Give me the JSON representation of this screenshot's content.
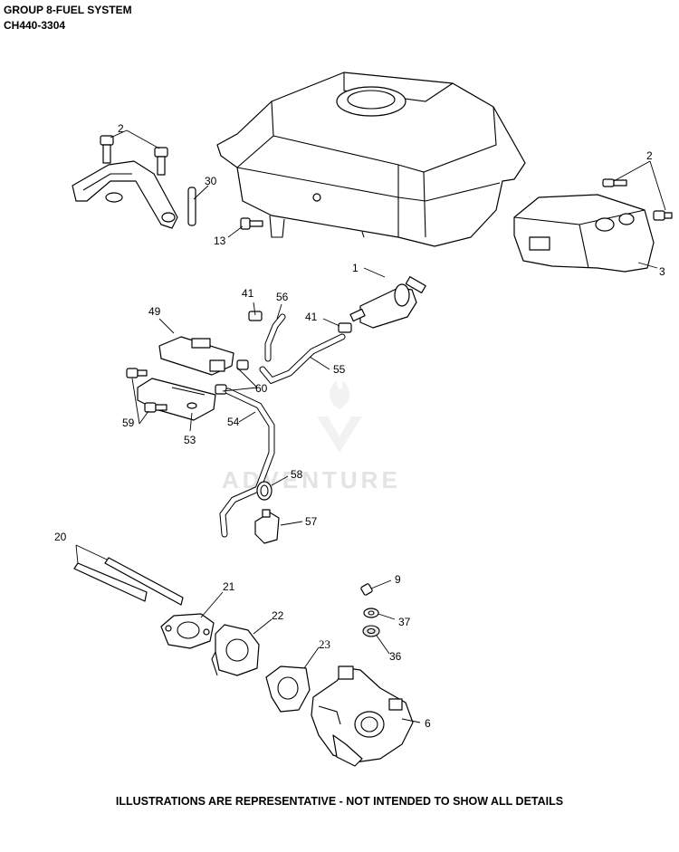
{
  "header": {
    "title": "GROUP 8-FUEL SYSTEM",
    "model": "CH440-3304"
  },
  "watermark": "ADVENTURE",
  "footer": "ILLUSTRATIONS ARE REPRESENTATIVE - NOT INTENDED TO SHOW ALL DETAILS",
  "callouts": {
    "c1": "1",
    "c2a": "2",
    "c2b": "2",
    "c3": "3",
    "c6": "6",
    "c9": "9",
    "c13": "13",
    "c20": "20",
    "c21": "21",
    "c22": "22",
    "c23": "23",
    "c30": "30",
    "c36": "36",
    "c37": "37",
    "c41a": "41",
    "c41b": "41",
    "c49": "49",
    "c53": "53",
    "c54": "54",
    "c55": "55",
    "c56": "56",
    "c57": "57",
    "c58": "58",
    "c59": "59",
    "c60": "60"
  }
}
